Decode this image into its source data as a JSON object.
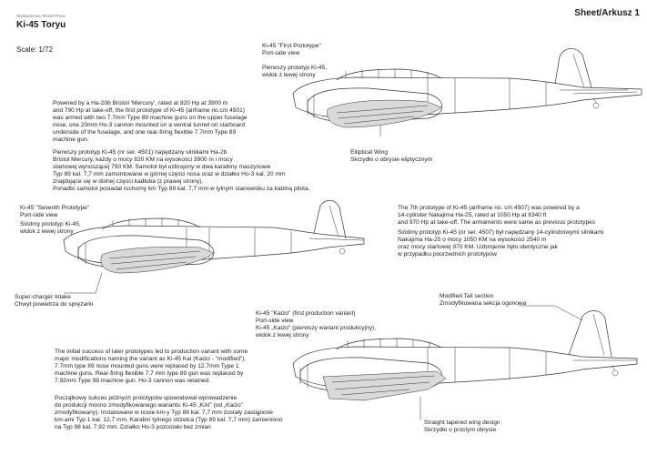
{
  "header": {
    "publisher": "Wydawnictwo Model Press",
    "title": "Ki-45 Toryu",
    "scale": "Scale: 1/72",
    "sheet": "Sheet/Arkusz 1"
  },
  "first_prototype": {
    "label": "Ki-45 \"First Prototype\"\nPort-side view",
    "label_pl": "Pierwszy prototyp Ki-45,\nwidok z lewej strony",
    "callout": "Elliptical Wing\nSkrzydło o obrysie eliptycznym"
  },
  "first_text": {
    "en": "Powered by a Ha-20b Bristol 'Mercury', rated at 820 Hp at 3900 m\nand 790 Hp at take-off, the first prototype of Ki-45 (airframe no.c/n 4501)\nwas armed with two 7.7mm Type 89 machine guns on the upper fuselage\nnose, one 20mm Ho-3 cannon mounted on a ventral tunnel on starboard\nunderside of the fuselage, and one rear-firing flexible 7.7mm Type 89\nmachine gun.",
    "pl": "Pierwszy prototyp Ki-45 (nr ser. 4501) napędzany silnikami Ha-2b\nBristol Mercury, każdy o mocy 820 KM na wysokości 3900 m i mocy\nstartowej wynoszącej 790 KM. Samolot był uzbrojony w dwa karabiny maszynowe\nTyp 89 kal. 7,7 mm zamontowane w górnej części nosa oraz w działko Ho-3 kal. 20 mm\nznajdujące się w dolnej części kadłuba (z prawej strony).\nPonadto samolot posiadał ruchomy km Typ 89 kal. 7,7 mm w tylnym stanowisku za kabiną pilota."
  },
  "seventh_prototype": {
    "label": "Ki-45 \"Seventh Prototype\"\nPort-side view",
    "label_pl": "Siódmy prototyp Ki-45,\nwidok z lewej strony",
    "callout": "Super-charger Intake\nChwyt powietrza do sprężarki"
  },
  "seventh_text": {
    "en": "The 7th prototype of Ki-45 (airframe no. c/n 4507) was powered by a\n14-cylinder Nakajima Ha-25, rated at 1050 Hp at 8340 ft\nand 970 Hp at take-off. The armaments were same as previous prototypes",
    "pl": "Siódmy prototyp Ki-45 (nr ser. 4507) był napędzany 14-cylindrowymi silnikami\nNakajima Ha-25 o mocy 1050 KM na wysokości 2540 m\noraz mocy startowej 970 KM. Uzbrojenie było identyczne jak\nw przypadku poorzednich prototypów"
  },
  "kaizo": {
    "label": "Ki-45 \"Kaizo\" (first production variant)\nPort-side view",
    "label_pl": "Ki-45 „Kaizo\" (pierwszy wariant produkcyjny),\nwidok z lewej strony",
    "tail_callout": "Modified Tail section\nZmodyfikowana sekcja ogonowa",
    "wing_callout": "Straight tapered wing design\nSkrzydło o prostym obrysie"
  },
  "kaizo_text": {
    "en": "The initial success of later prototypes led to production variant with some\nmajor modifications naming the variant as Ki-45 Kai (Kaizo - \"modified\").\n7.7mm type 89 nose mounted guns were replaced by 12.7mm Type 1\nmachine guns. Rear-firing flexible 7.7 mm type 89 gun was replaced by\n7.92mm Type 98 machine gun. Ho-3 cannon was retained.",
    "pl": "Początkowy sukces późnych prototypów spowodował wprowadzenie\ndo produkcji mocno zmodyfikowanego wariantu Ki-45 „KAI\" (od „Kaizo\"\nzmodyfikowany). Instalowane w nosie km-y Typ 89 kal. 7,7 mm zostały zastąpione\nkm-ami Typ 1 kal. 12,7 mm. Karabin tylnego strzelca (Typ 89 kal. 7,7 mm) zamieniono\nna Typ 98 kal. 7,92 mm. Działko Ho-3 pozostało bez zmian"
  }
}
